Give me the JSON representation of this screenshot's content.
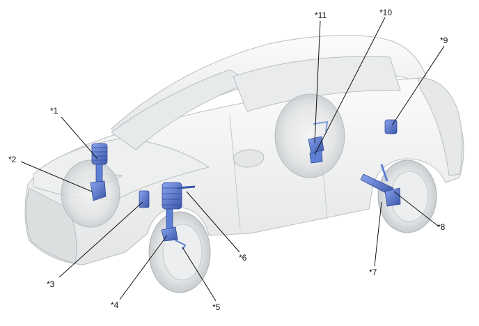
{
  "diagram": {
    "callouts": [
      {
        "id": "1",
        "label": "*1"
      },
      {
        "id": "2",
        "label": "*2"
      },
      {
        "id": "3",
        "label": "*3"
      },
      {
        "id": "4",
        "label": "*4"
      },
      {
        "id": "5",
        "label": "*5"
      },
      {
        "id": "6",
        "label": "*6"
      },
      {
        "id": "7",
        "label": "*7"
      },
      {
        "id": "8",
        "label": "*8"
      },
      {
        "id": "9",
        "label": "*9"
      },
      {
        "id": "10",
        "label": "*10"
      },
      {
        "id": "11",
        "label": "*11"
      }
    ]
  },
  "colors": {
    "body_fill": "#f2f3f3",
    "body_stroke": "#b9bdbf",
    "tire_fill": "#e4e6e7",
    "component_fill": "#5d7fd6",
    "component_dark": "#3a57a8",
    "leader_line": "#111111"
  }
}
